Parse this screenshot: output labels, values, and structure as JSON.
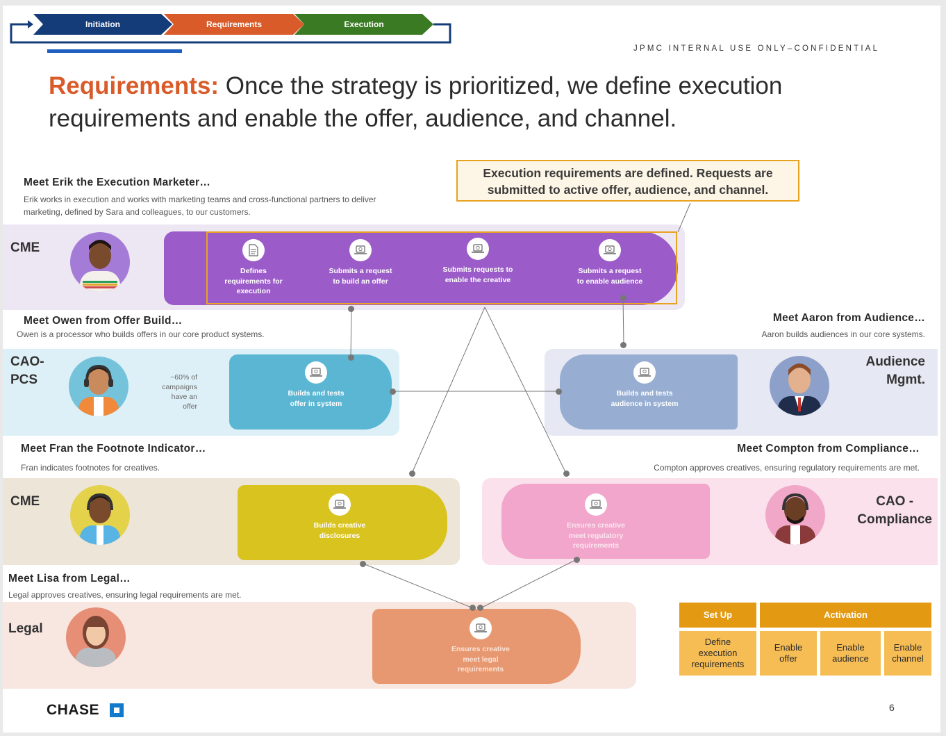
{
  "phases": [
    "Initiation",
    "Requirements",
    "Execution"
  ],
  "confidential": "JPMC INTERNAL USE ONLY–CONFIDENTIAL",
  "headline": {
    "highlight": "Requirements:",
    "text": " Once the strategy is prioritized, we define execution requirements and enable the offer, audience, and channel."
  },
  "callout": "Execution requirements are defined. Requests are submitted to active offer, audience, and channel.",
  "personas": {
    "erik": {
      "title": "Meet Erik the Execution Marketer…",
      "desc": "Erik works in execution and works with marketing teams and cross-functional partners to deliver marketing, defined by Sara and colleagues, to our customers."
    },
    "owen": {
      "title": "Meet Owen from Offer Build…",
      "desc": "Owen is a processor who builds offers in our core product systems."
    },
    "aaron": {
      "title": "Meet Aaron from Audience…",
      "desc": "Aaron builds audiences in our core systems."
    },
    "fran": {
      "title": "Meet Fran the Footnote Indicator…",
      "desc": "Fran indicates footnotes for creatives."
    },
    "compton": {
      "title": "Meet Compton from Compliance…",
      "desc": "Compton approves creatives, ensuring regulatory requirements are met."
    },
    "lisa": {
      "title": "Meet Lisa from Legal…",
      "desc": "Legal approves creatives, ensuring legal requirements are met."
    }
  },
  "lanes": {
    "cme_top": "CME",
    "cao_pcs": "CAO-\nPCS",
    "audience": "Audience\nMgmt.",
    "cme_bottom": "CME",
    "cao_compliance": "CAO -\nCompliance",
    "legal": "Legal"
  },
  "cao_note": "~60% of\ncampaigns\nhave an\noffer",
  "steps": {
    "defines": "Defines\nrequirements for\nexecution",
    "submit_offer": "Submits a request\nto build an offer",
    "submit_creative": "Submits requests to\nenable the creative",
    "submit_audience": "Submits a request\nto enable audience",
    "build_offer": "Builds and tests\noffer in system",
    "build_audience": "Builds and tests\naudience in system",
    "build_disclosures": "Builds creative\ndisclosures",
    "regulatory": "Ensures creative\nmeet regulatory\nrequirements",
    "legal": "Ensures creative\nmeet legal\nrequirements"
  },
  "legend": {
    "setup": "Set Up",
    "activation": "Activation",
    "cells": [
      "Define\nexecution\nrequirements",
      "Enable\noffer",
      "Enable\naudience",
      "Enable\nchannel"
    ]
  },
  "brand": "CHASE",
  "page_number": "6",
  "colors": {
    "orange": "#d95b2a",
    "navy": "#143c78",
    "green": "#3a7a23",
    "purple": "#9b5cc9",
    "blue": "#5ab6d2",
    "steel": "#97aed2",
    "yellow": "#d9c31f",
    "pink": "#f2a6cb",
    "salmon": "#e89870",
    "gold": "#e39a12"
  }
}
